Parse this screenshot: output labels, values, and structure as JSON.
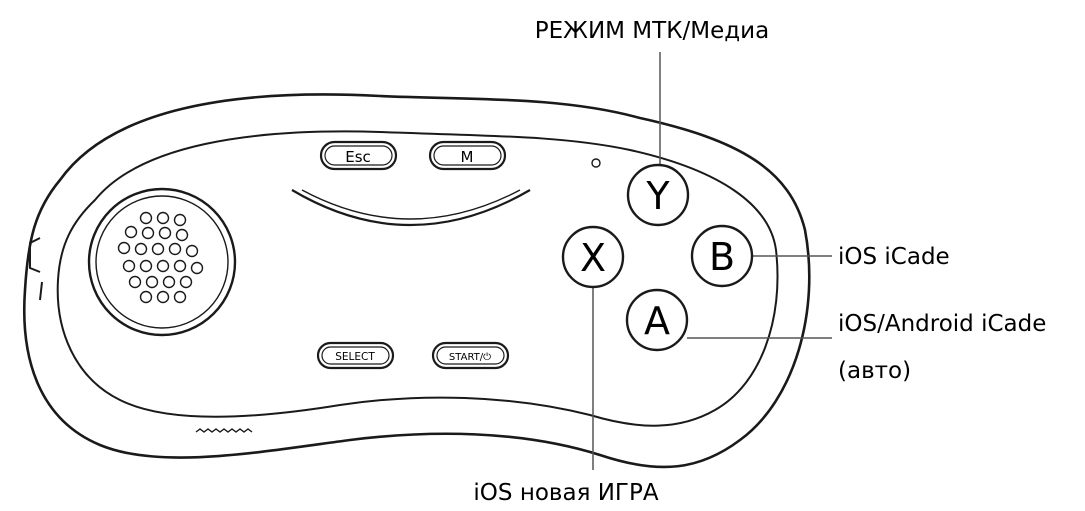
{
  "callouts": {
    "y_mode": "РЕЖИМ МТК/Медиа",
    "b_ios": "iOS iCade",
    "a_line1": "iOS/Android iCade",
    "a_line2": "(авто)",
    "x_ios": "iOS новая ИГРА"
  },
  "buttons": {
    "esc": "Esc",
    "m": "M",
    "select": "SELECT",
    "start": "START/⏻",
    "y": "Y",
    "x": "X",
    "b": "B",
    "a": "A"
  },
  "colors": {
    "outline": "#1a1a1a",
    "leader": "#555555",
    "text": "#000000",
    "background": "#ffffff"
  }
}
